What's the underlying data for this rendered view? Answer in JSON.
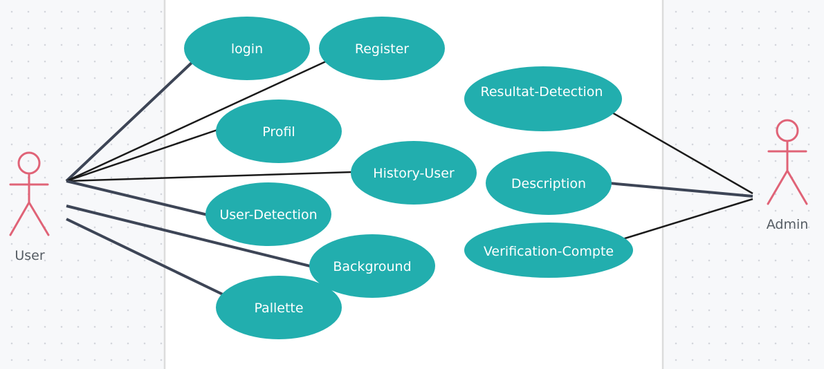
{
  "colors": {
    "usecase_fill": "#22aeae",
    "actor_stroke": "#e06377",
    "link_dark": "#3d4556",
    "link_black": "#1b1b1b",
    "system_panel": "#ffffff",
    "divider": "#dcdcdc"
  },
  "actors": {
    "user": {
      "label": "User"
    },
    "admin": {
      "label": "Admin"
    }
  },
  "use_cases": [
    {
      "id": "login",
      "label": "login",
      "actor": "user"
    },
    {
      "id": "register",
      "label": "Register",
      "actor": "user"
    },
    {
      "id": "profil",
      "label": "Profil",
      "actor": "user"
    },
    {
      "id": "history-user",
      "label": "History-User",
      "actor": "user"
    },
    {
      "id": "user-detection",
      "label": "User-Detection",
      "actor": "user"
    },
    {
      "id": "background",
      "label": "Background",
      "actor": "user"
    },
    {
      "id": "pallette",
      "label": "Pallette",
      "actor": "user"
    },
    {
      "id": "resultat-detection",
      "label": "Resultat-Detection",
      "actor": "admin"
    },
    {
      "id": "description",
      "label": "Description",
      "actor": "admin"
    },
    {
      "id": "verification-compte",
      "label": "Verification-Compte",
      "actor": "admin"
    }
  ]
}
